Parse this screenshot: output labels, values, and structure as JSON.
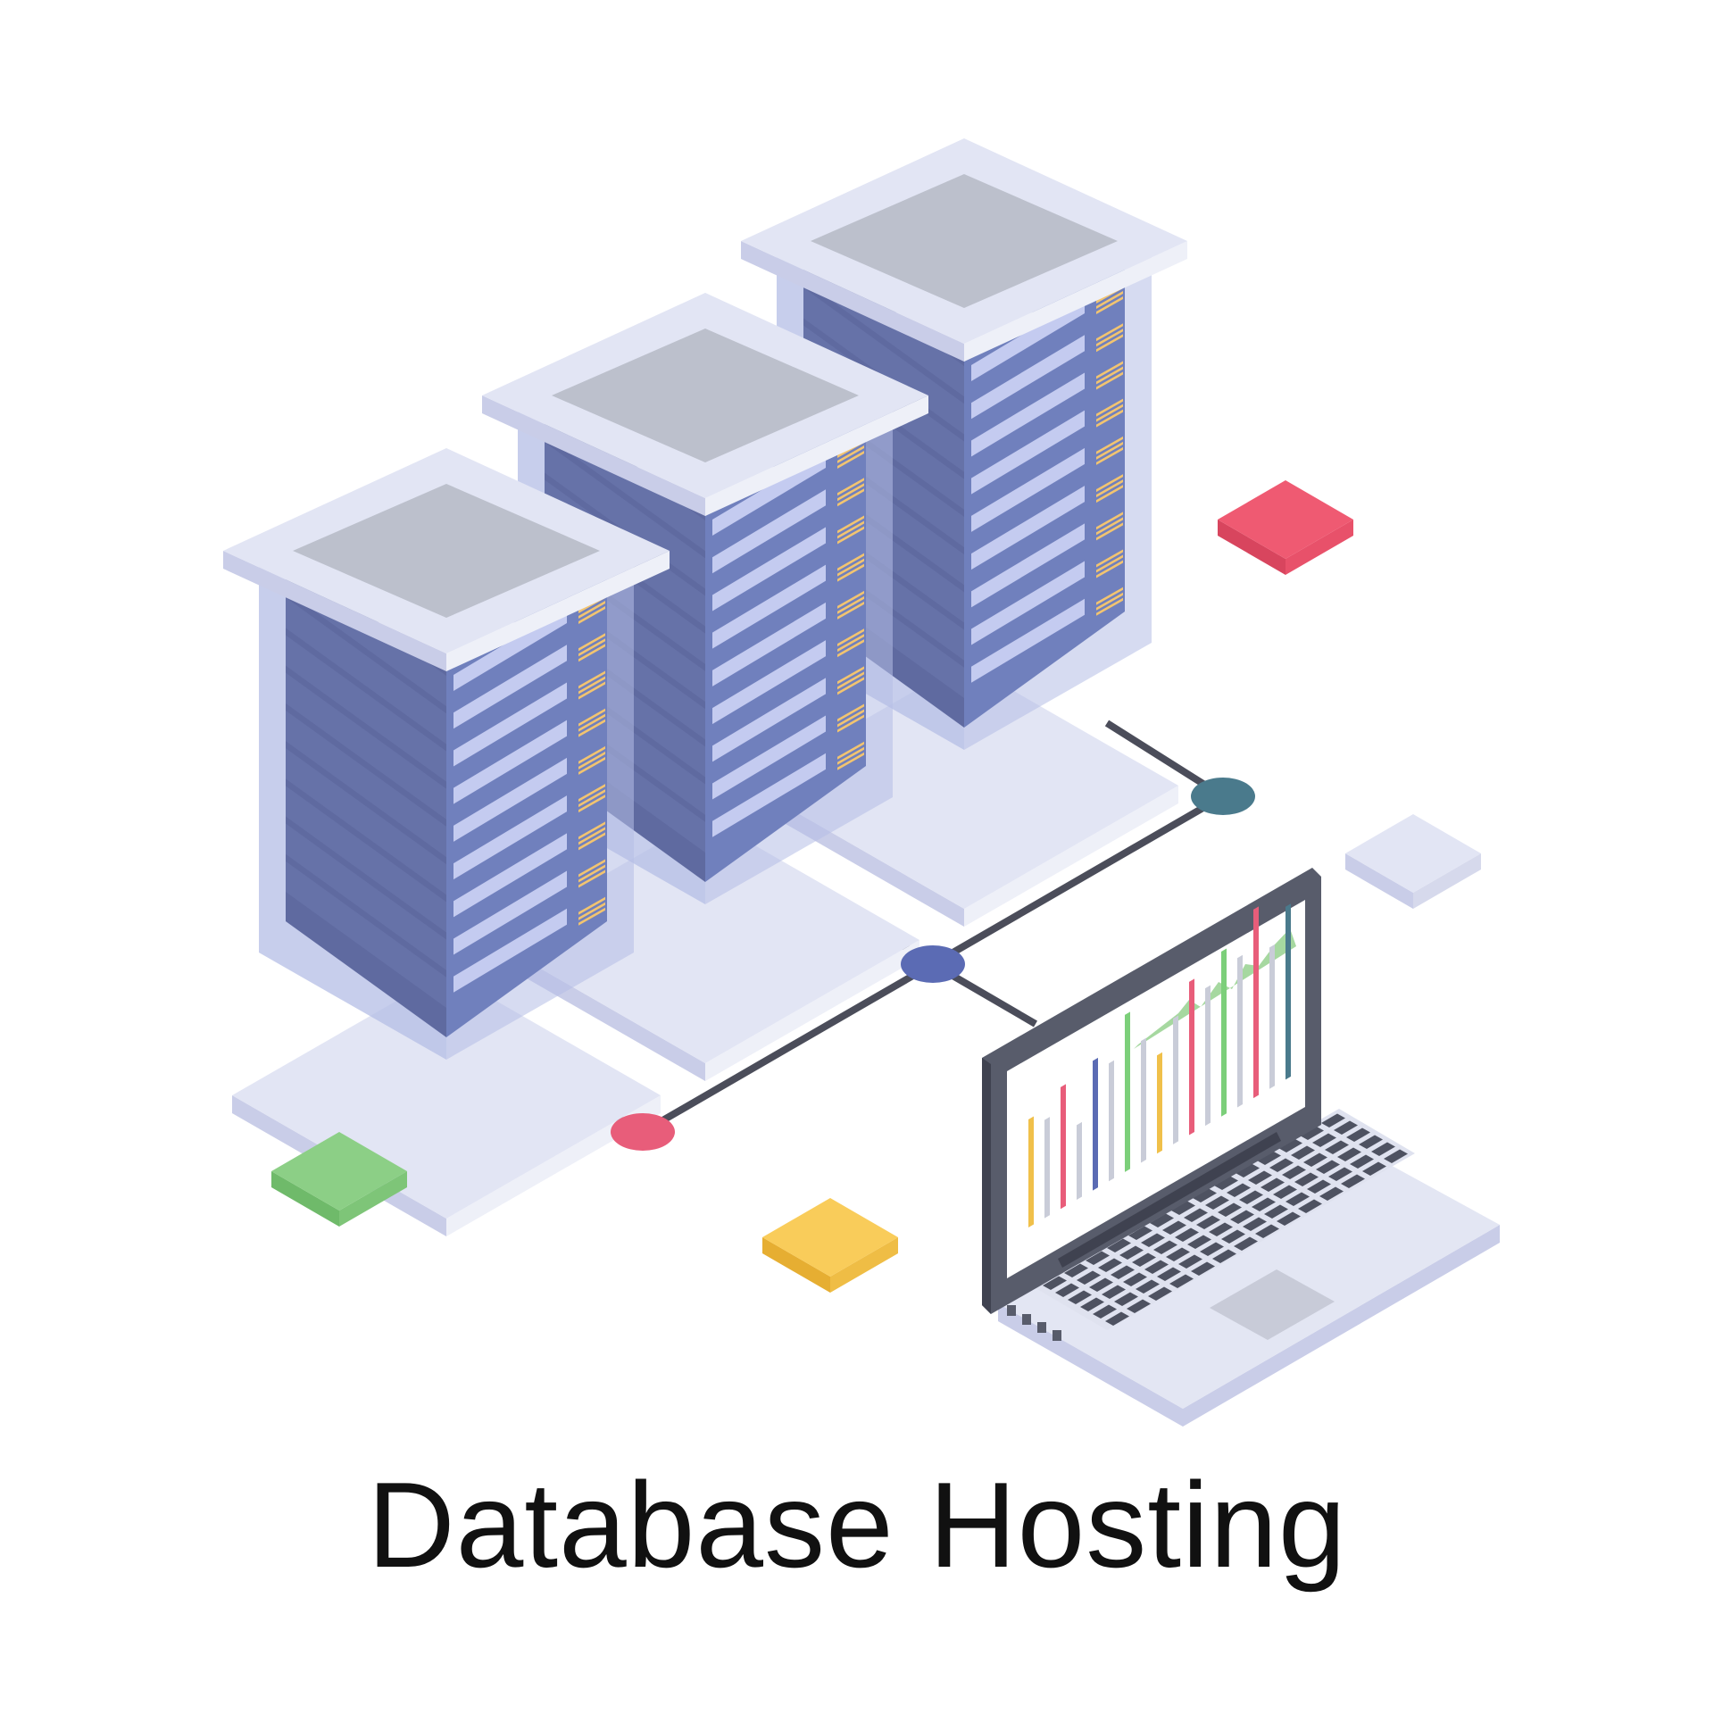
{
  "caption": "Database Hosting",
  "colors": {
    "rack_front": "#5f6aa0",
    "rack_side": "#7080bd",
    "rack_glass": "#b4bde6",
    "cap_top": "#e2e5f4",
    "cap_left": "#c9cde8",
    "cap_right": "#eef0f8",
    "cap_inset": "#bcc0cc",
    "slot_bright": "#c4cbf0",
    "connector": "#4b4d5a",
    "node_pink": "#e85d7a",
    "node_blue": "#5b6bb4",
    "node_teal": "#4a7a8c",
    "tile_red": "#ef5a72",
    "tile_green": "#8ccf86",
    "tile_yellow": "#f9cc5a",
    "tile_gray": "#e2e5f4",
    "laptop_body": "#e3e6f3",
    "laptop_bezel": "#585c6b",
    "keyboard_key": "#4e5261",
    "screen_bg": "#ffffff",
    "area_green": "#a6d8a0"
  },
  "icons": [
    "server-rack-icon",
    "laptop-icon",
    "network-node-icon",
    "bar-chart-icon",
    "area-chart-icon"
  ],
  "screen_bars": [
    {
      "color": "#f0c04a",
      "level": 0.55
    },
    {
      "color": "#c9ccd8",
      "level": 0.5
    },
    {
      "color": "#e85d7a",
      "level": 0.62
    },
    {
      "color": "#c9ccd8",
      "level": 0.38
    },
    {
      "color": "#5b6bb4",
      "level": 0.66
    },
    {
      "color": "#c9ccd8",
      "level": 0.6
    },
    {
      "color": "#7ccf7a",
      "level": 0.8
    },
    {
      "color": "#c9ccd8",
      "level": 0.62
    },
    {
      "color": "#f0c04a",
      "level": 0.5
    },
    {
      "color": "#c9ccd8",
      "level": 0.64
    },
    {
      "color": "#e85d7a",
      "level": 0.78
    },
    {
      "color": "#c9ccd8",
      "level": 0.7
    },
    {
      "color": "#7ccf7a",
      "level": 0.84
    },
    {
      "color": "#c9ccd8",
      "level": 0.76
    },
    {
      "color": "#e85d7a",
      "level": 0.96
    },
    {
      "color": "#c9ccd8",
      "level": 0.72
    },
    {
      "color": "#4a7a8c",
      "level": 0.88
    }
  ]
}
